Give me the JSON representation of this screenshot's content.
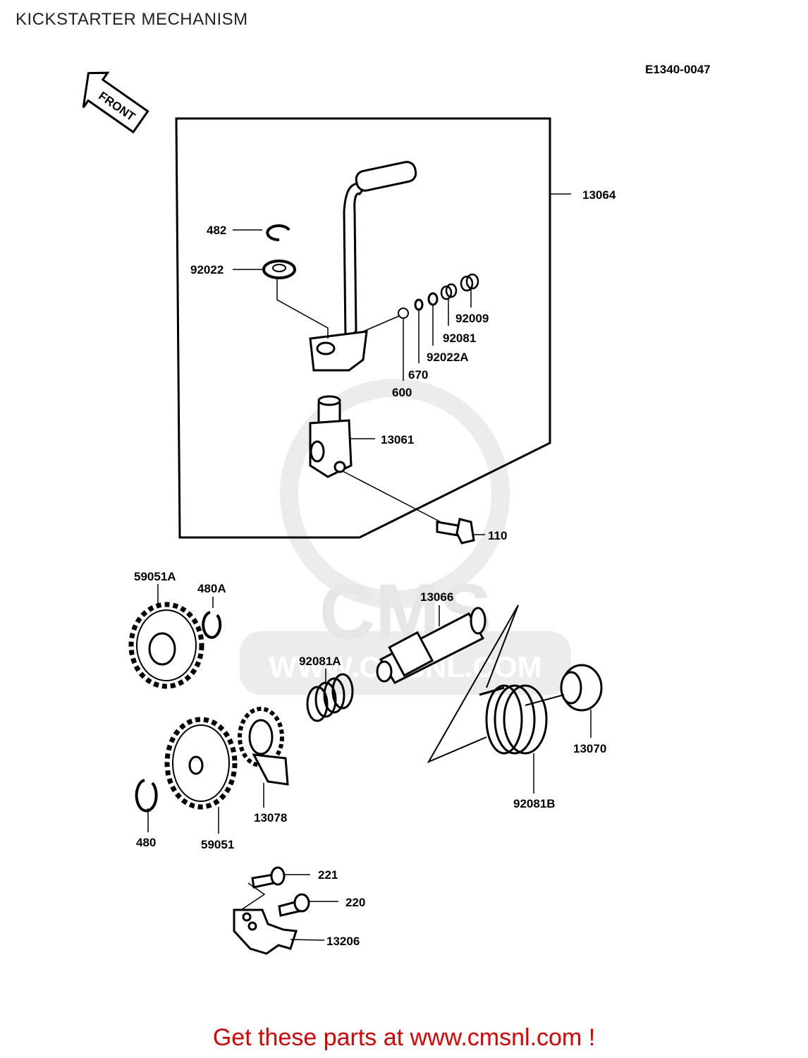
{
  "header": {
    "title": "KICKSTARTER MECHANISM"
  },
  "diagram": {
    "ref_code": "E1340-0047",
    "front_arrow": "FRONT",
    "watermark": {
      "logo": "CMS",
      "url": "WWW.CMSNL.COM"
    },
    "parts": {
      "p13064": "13064",
      "p482": "482",
      "p92022": "92022",
      "p92009": "92009",
      "p92081": "92081",
      "p92022A": "92022A",
      "p670": "670",
      "p600": "600",
      "p13061": "13061",
      "p110": "110",
      "p59051A": "59051A",
      "p480A": "480A",
      "p13066": "13066",
      "p92081A": "92081A",
      "p13070": "13070",
      "p92081B": "92081B",
      "p13078": "13078",
      "p480": "480",
      "p59051": "59051",
      "p221": "221",
      "p220": "220",
      "p13206": "13206"
    }
  },
  "footer": {
    "text": "Get these parts at www.cmsnl.com !"
  },
  "colors": {
    "line": "#000000",
    "footer": "#e00000",
    "watermark": "#e6e6e6"
  }
}
